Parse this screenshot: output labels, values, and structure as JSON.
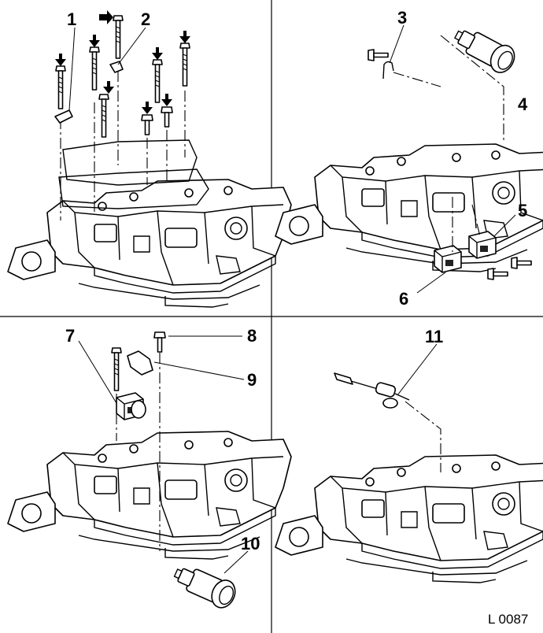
{
  "reference": "L 0087",
  "panels": [
    {
      "id": "top-left",
      "callouts": [
        "1",
        "2"
      ]
    },
    {
      "id": "top-right",
      "callouts": [
        "3",
        "4",
        "5",
        "6"
      ]
    },
    {
      "id": "bottom-left",
      "callouts": [
        "7",
        "8",
        "9",
        "10"
      ]
    },
    {
      "id": "bottom-right",
      "callouts": [
        "11"
      ]
    }
  ]
}
